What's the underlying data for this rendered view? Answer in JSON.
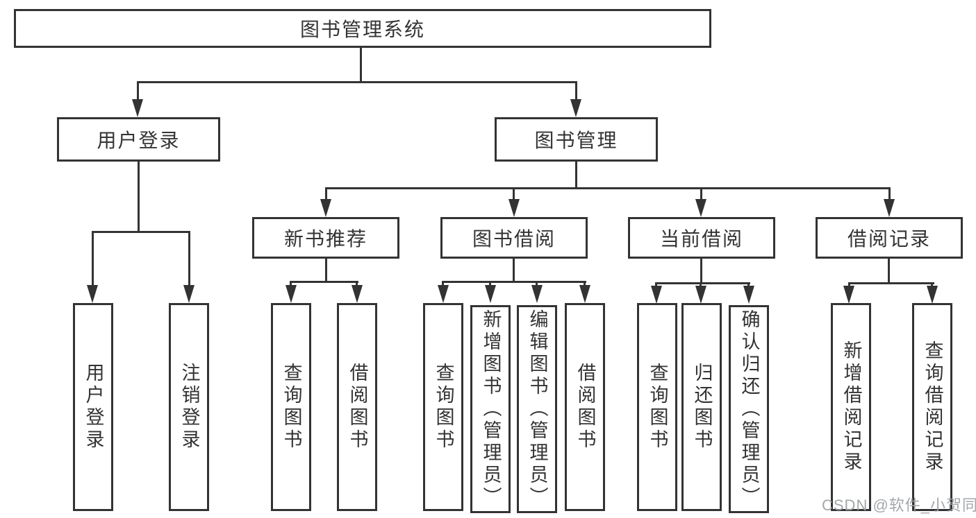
{
  "diagram": {
    "title": "图书管理系统",
    "root": {
      "label": "图书管理系统"
    },
    "level2": [
      {
        "label": "用户登录"
      },
      {
        "label": "图书管理"
      }
    ],
    "level3": [
      {
        "label": "新书推荐"
      },
      {
        "label": "图书借阅"
      },
      {
        "label": "当前借阅"
      },
      {
        "label": "借阅记录"
      }
    ],
    "leaves": {
      "user_login": [
        "用户登录",
        "注销登录"
      ],
      "new_book": [
        "查询图书",
        "借阅图书"
      ],
      "book_borrow": [
        "查询图书",
        "新增图书（管理员）",
        "编辑图书（管理员）",
        "借阅图书"
      ],
      "current_borrow": [
        "查询图书",
        "归还图书",
        "确认归还（管理员）"
      ],
      "borrow_records": [
        "新增借阅记录",
        "查询借阅记录"
      ]
    }
  },
  "watermark": "CSDN @软件_小贺同学",
  "colors": {
    "line": "#333333",
    "text": "#333333",
    "background": "#ffffff",
    "watermark": "#9ca0a3"
  }
}
